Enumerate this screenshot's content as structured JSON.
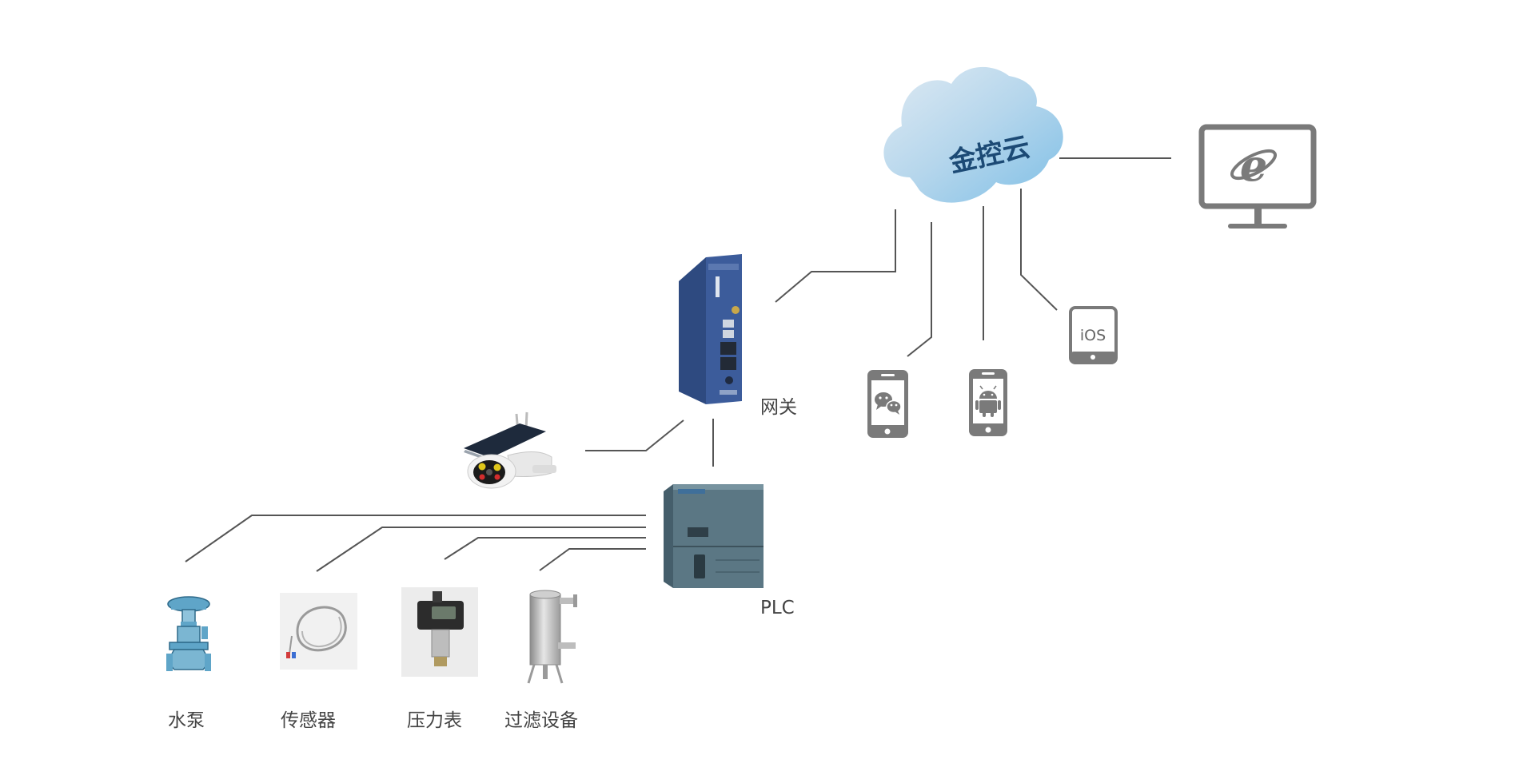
{
  "cloud": {
    "label": "金控云"
  },
  "gateway": {
    "label": "网关"
  },
  "plc": {
    "label": "PLC"
  },
  "clients": {
    "ios_label": "iOS"
  },
  "devices": [
    {
      "label": "水泵"
    },
    {
      "label": "传感器"
    },
    {
      "label": "压力表"
    },
    {
      "label": "过滤设备"
    }
  ],
  "colors": {
    "line": "#555555",
    "icon": "#7a7a7a",
    "cloud_light": "#d3e4f0",
    "cloud_dark": "#7fbfe6",
    "cloud_text": "#1c4a75",
    "gateway": "#3c5c9b",
    "plc": "#53707f"
  }
}
